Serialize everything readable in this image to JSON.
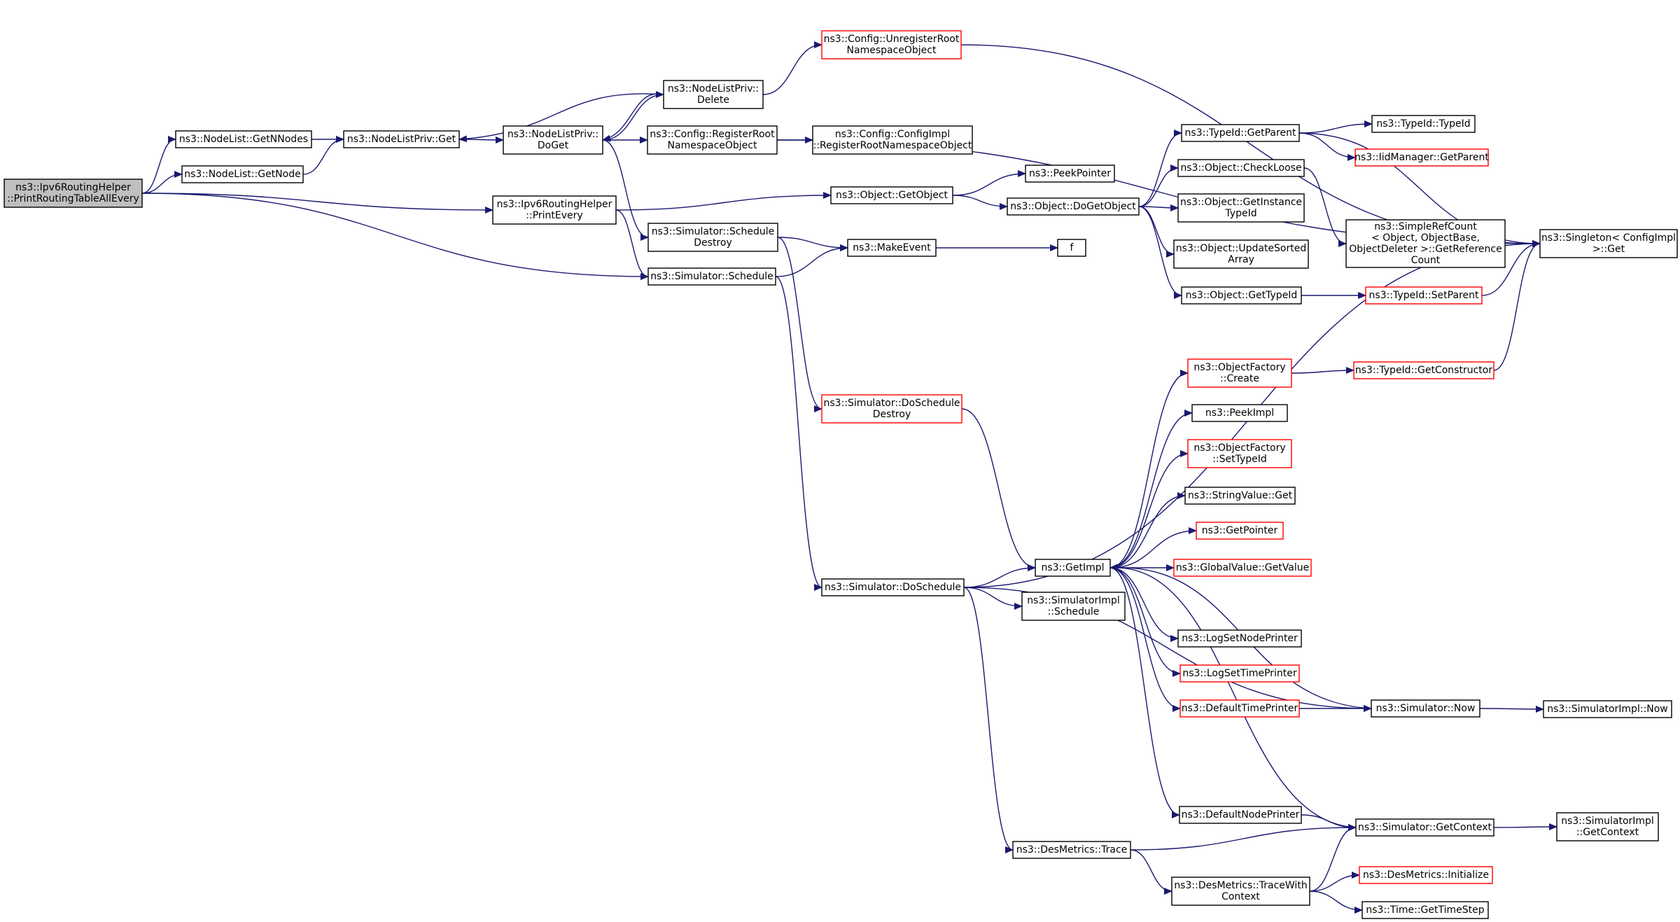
{
  "colors": {
    "edge": "#191970",
    "root_fill": "#bfbfbf",
    "node_fill": "#ffffff",
    "node_border": "#000000",
    "truncated_border": "#ff0000"
  },
  "nodes": [
    {
      "id": "root",
      "lines": [
        "ns3::Ipv6RoutingHelper",
        "::PrintRoutingTableAllEvery"
      ],
      "style": "root"
    },
    {
      "id": "getnnodes",
      "lines": [
        "ns3::NodeList::GetNNodes"
      ],
      "style": "normal"
    },
    {
      "id": "getnode",
      "lines": [
        "ns3::NodeList::GetNode"
      ],
      "style": "normal"
    },
    {
      "id": "nlpget",
      "lines": [
        "ns3::NodeListPriv::Get"
      ],
      "style": "normal"
    },
    {
      "id": "nlpdoget",
      "lines": [
        "ns3::NodeListPriv::",
        "DoGet"
      ],
      "style": "normal"
    },
    {
      "id": "nlpdelete",
      "lines": [
        "ns3::NodeListPriv::",
        "Delete"
      ],
      "style": "normal"
    },
    {
      "id": "unregroot",
      "lines": [
        "ns3::Config::UnregisterRoot",
        "NamespaceObject"
      ],
      "style": "truncated"
    },
    {
      "id": "regroot",
      "lines": [
        "ns3::Config::RegisterRoot",
        "NamespaceObject"
      ],
      "style": "normal"
    },
    {
      "id": "cfgimplreg",
      "lines": [
        "ns3::Config::ConfigImpl",
        "::RegisterRootNamespaceObject"
      ],
      "style": "normal"
    },
    {
      "id": "printevery",
      "lines": [
        "ns3::Ipv6RoutingHelper",
        "::PrintEvery"
      ],
      "style": "normal"
    },
    {
      "id": "schedestroy",
      "lines": [
        "ns3::Simulator::Schedule",
        "Destroy"
      ],
      "style": "normal"
    },
    {
      "id": "schedule",
      "lines": [
        "ns3::Simulator::Schedule"
      ],
      "style": "normal"
    },
    {
      "id": "makeevent",
      "lines": [
        "ns3::MakeEvent"
      ],
      "style": "normal"
    },
    {
      "id": "f",
      "lines": [
        "f"
      ],
      "style": "normal"
    },
    {
      "id": "getobject",
      "lines": [
        "ns3::Object::GetObject"
      ],
      "style": "normal"
    },
    {
      "id": "peekpointer",
      "lines": [
        "ns3::PeekPointer"
      ],
      "style": "normal"
    },
    {
      "id": "dogetobject",
      "lines": [
        "ns3::Object::DoGetObject"
      ],
      "style": "normal"
    },
    {
      "id": "gettparent",
      "lines": [
        "ns3::TypeId::GetParent"
      ],
      "style": "normal"
    },
    {
      "id": "typeidctor",
      "lines": [
        "ns3::TypeId::TypeId"
      ],
      "style": "normal"
    },
    {
      "id": "iidparent",
      "lines": [
        "ns3::IidManager::GetParent"
      ],
      "style": "truncated"
    },
    {
      "id": "checkloose",
      "lines": [
        "ns3::Object::CheckLoose"
      ],
      "style": "normal"
    },
    {
      "id": "getinstancetid",
      "lines": [
        "ns3::Object::GetInstance",
        "TypeId"
      ],
      "style": "normal"
    },
    {
      "id": "updatesorted",
      "lines": [
        "ns3::Object::UpdateSorted",
        "Array"
      ],
      "style": "normal"
    },
    {
      "id": "gettypeid",
      "lines": [
        "ns3::Object::GetTypeId"
      ],
      "style": "normal"
    },
    {
      "id": "simplerefcount",
      "lines": [
        "ns3::SimpleRefCount",
        "< Object, ObjectBase,",
        "ObjectDeleter >::GetReference",
        "Count"
      ],
      "style": "normal"
    },
    {
      "id": "setparent",
      "lines": [
        "ns3::TypeId::SetParent"
      ],
      "style": "truncated"
    },
    {
      "id": "singleton",
      "lines": [
        "ns3::Singleton< ConfigImpl",
        ">::Get"
      ],
      "style": "normal"
    },
    {
      "id": "dosched_destroy",
      "lines": [
        "ns3::Simulator::DoSchedule",
        "Destroy"
      ],
      "style": "truncated"
    },
    {
      "id": "objfactcreate",
      "lines": [
        "ns3::ObjectFactory",
        "::Create"
      ],
      "style": "truncated"
    },
    {
      "id": "getconstructor",
      "lines": [
        "ns3::TypeId::GetConstructor"
      ],
      "style": "truncated"
    },
    {
      "id": "peekimpl",
      "lines": [
        "ns3::PeekImpl"
      ],
      "style": "normal"
    },
    {
      "id": "objfactsettid",
      "lines": [
        "ns3::ObjectFactory",
        "::SetTypeId"
      ],
      "style": "truncated"
    },
    {
      "id": "stringvalget",
      "lines": [
        "ns3::StringValue::Get"
      ],
      "style": "normal"
    },
    {
      "id": "getpointer",
      "lines": [
        "ns3::GetPointer"
      ],
      "style": "truncated"
    },
    {
      "id": "getimpl",
      "lines": [
        "ns3::GetImpl"
      ],
      "style": "normal"
    },
    {
      "id": "globalvalue",
      "lines": [
        "ns3::GlobalValue::GetValue"
      ],
      "style": "truncated"
    },
    {
      "id": "doschedule",
      "lines": [
        "ns3::Simulator::DoSchedule"
      ],
      "style": "normal"
    },
    {
      "id": "simimplsched",
      "lines": [
        "ns3::SimulatorImpl",
        "::Schedule"
      ],
      "style": "normal"
    },
    {
      "id": "lognodeprinter",
      "lines": [
        "ns3::LogSetNodePrinter"
      ],
      "style": "normal"
    },
    {
      "id": "logtimeprinter",
      "lines": [
        "ns3::LogSetTimePrinter"
      ],
      "style": "truncated"
    },
    {
      "id": "deftimeprinter",
      "lines": [
        "ns3::DefaultTimePrinter"
      ],
      "style": "truncated"
    },
    {
      "id": "simnow",
      "lines": [
        "ns3::Simulator::Now"
      ],
      "style": "normal"
    },
    {
      "id": "simimplnow",
      "lines": [
        "ns3::SimulatorImpl::Now"
      ],
      "style": "normal"
    },
    {
      "id": "defnodeprinter",
      "lines": [
        "ns3::DefaultNodePrinter"
      ],
      "style": "normal"
    },
    {
      "id": "simgetcontext",
      "lines": [
        "ns3::Simulator::GetContext"
      ],
      "style": "normal"
    },
    {
      "id": "simimplgetctx",
      "lines": [
        "ns3::SimulatorImpl",
        "::GetContext"
      ],
      "style": "normal"
    },
    {
      "id": "destrace",
      "lines": [
        "ns3::DesMetrics::Trace"
      ],
      "style": "normal"
    },
    {
      "id": "destracewith",
      "lines": [
        "ns3::DesMetrics::TraceWith",
        "Context"
      ],
      "style": "normal"
    },
    {
      "id": "desinit",
      "lines": [
        "ns3::DesMetrics::Initialize"
      ],
      "style": "truncated"
    },
    {
      "id": "gettimestep",
      "lines": [
        "ns3::Time::GetTimeStep"
      ],
      "style": "normal"
    }
  ],
  "edges": [
    [
      "root",
      "getnnodes"
    ],
    [
      "root",
      "getnode"
    ],
    [
      "root",
      "printevery"
    ],
    [
      "root",
      "schedule"
    ],
    [
      "getnnodes",
      "nlpget"
    ],
    [
      "getnode",
      "nlpget"
    ],
    [
      "nlpget",
      "nlpdoget"
    ],
    [
      "nlpdoget",
      "nlpdelete"
    ],
    [
      "nlpdoget",
      "regroot"
    ],
    [
      "nlpdoget",
      "schedestroy"
    ],
    [
      "nlpdelete",
      "nlpget"
    ],
    [
      "nlpdelete",
      "nlpdoget"
    ],
    [
      "nlpdelete",
      "unregroot"
    ],
    [
      "unregroot",
      "singleton"
    ],
    [
      "regroot",
      "cfgimplreg"
    ],
    [
      "regroot",
      "singleton"
    ],
    [
      "printevery",
      "getobject"
    ],
    [
      "printevery",
      "schedule"
    ],
    [
      "schedestroy",
      "makeevent"
    ],
    [
      "schedestroy",
      "dosched_destroy"
    ],
    [
      "schedule",
      "makeevent"
    ],
    [
      "schedule",
      "doschedule"
    ],
    [
      "makeevent",
      "f"
    ],
    [
      "getobject",
      "peekpointer"
    ],
    [
      "getobject",
      "dogetobject"
    ],
    [
      "dogetobject",
      "gettparent"
    ],
    [
      "dogetobject",
      "checkloose"
    ],
    [
      "dogetobject",
      "getinstancetid"
    ],
    [
      "dogetobject",
      "updatesorted"
    ],
    [
      "dogetobject",
      "gettypeid"
    ],
    [
      "gettparent",
      "typeidctor"
    ],
    [
      "gettparent",
      "iidparent"
    ],
    [
      "gettparent",
      "singleton"
    ],
    [
      "checkloose",
      "simplerefcount"
    ],
    [
      "gettypeid",
      "setparent"
    ],
    [
      "setparent",
      "singleton"
    ],
    [
      "dosched_destroy",
      "getimpl"
    ],
    [
      "doschedule",
      "singleton"
    ],
    [
      "doschedule",
      "getimpl"
    ],
    [
      "doschedule",
      "simimplsched"
    ],
    [
      "doschedule",
      "simnow"
    ],
    [
      "doschedule",
      "destrace"
    ],
    [
      "getimpl",
      "objfactcreate"
    ],
    [
      "getimpl",
      "peekimpl"
    ],
    [
      "getimpl",
      "objfactsettid"
    ],
    [
      "getimpl",
      "stringvalget"
    ],
    [
      "getimpl",
      "getpointer"
    ],
    [
      "getimpl",
      "globalvalue"
    ],
    [
      "getimpl",
      "lognodeprinter"
    ],
    [
      "getimpl",
      "logtimeprinter"
    ],
    [
      "getimpl",
      "deftimeprinter"
    ],
    [
      "getimpl",
      "defnodeprinter"
    ],
    [
      "objfactcreate",
      "getconstructor"
    ],
    [
      "getconstructor",
      "singleton"
    ],
    [
      "deftimeprinter",
      "simnow"
    ],
    [
      "simnow",
      "getimpl"
    ],
    [
      "simnow",
      "simimplnow"
    ],
    [
      "defnodeprinter",
      "simgetcontext"
    ],
    [
      "simgetcontext",
      "getimpl"
    ],
    [
      "simgetcontext",
      "simimplgetctx"
    ],
    [
      "destrace",
      "simgetcontext"
    ],
    [
      "destrace",
      "destracewith"
    ],
    [
      "destracewith",
      "simgetcontext"
    ],
    [
      "destracewith",
      "desinit"
    ],
    [
      "destracewith",
      "gettimestep"
    ]
  ]
}
